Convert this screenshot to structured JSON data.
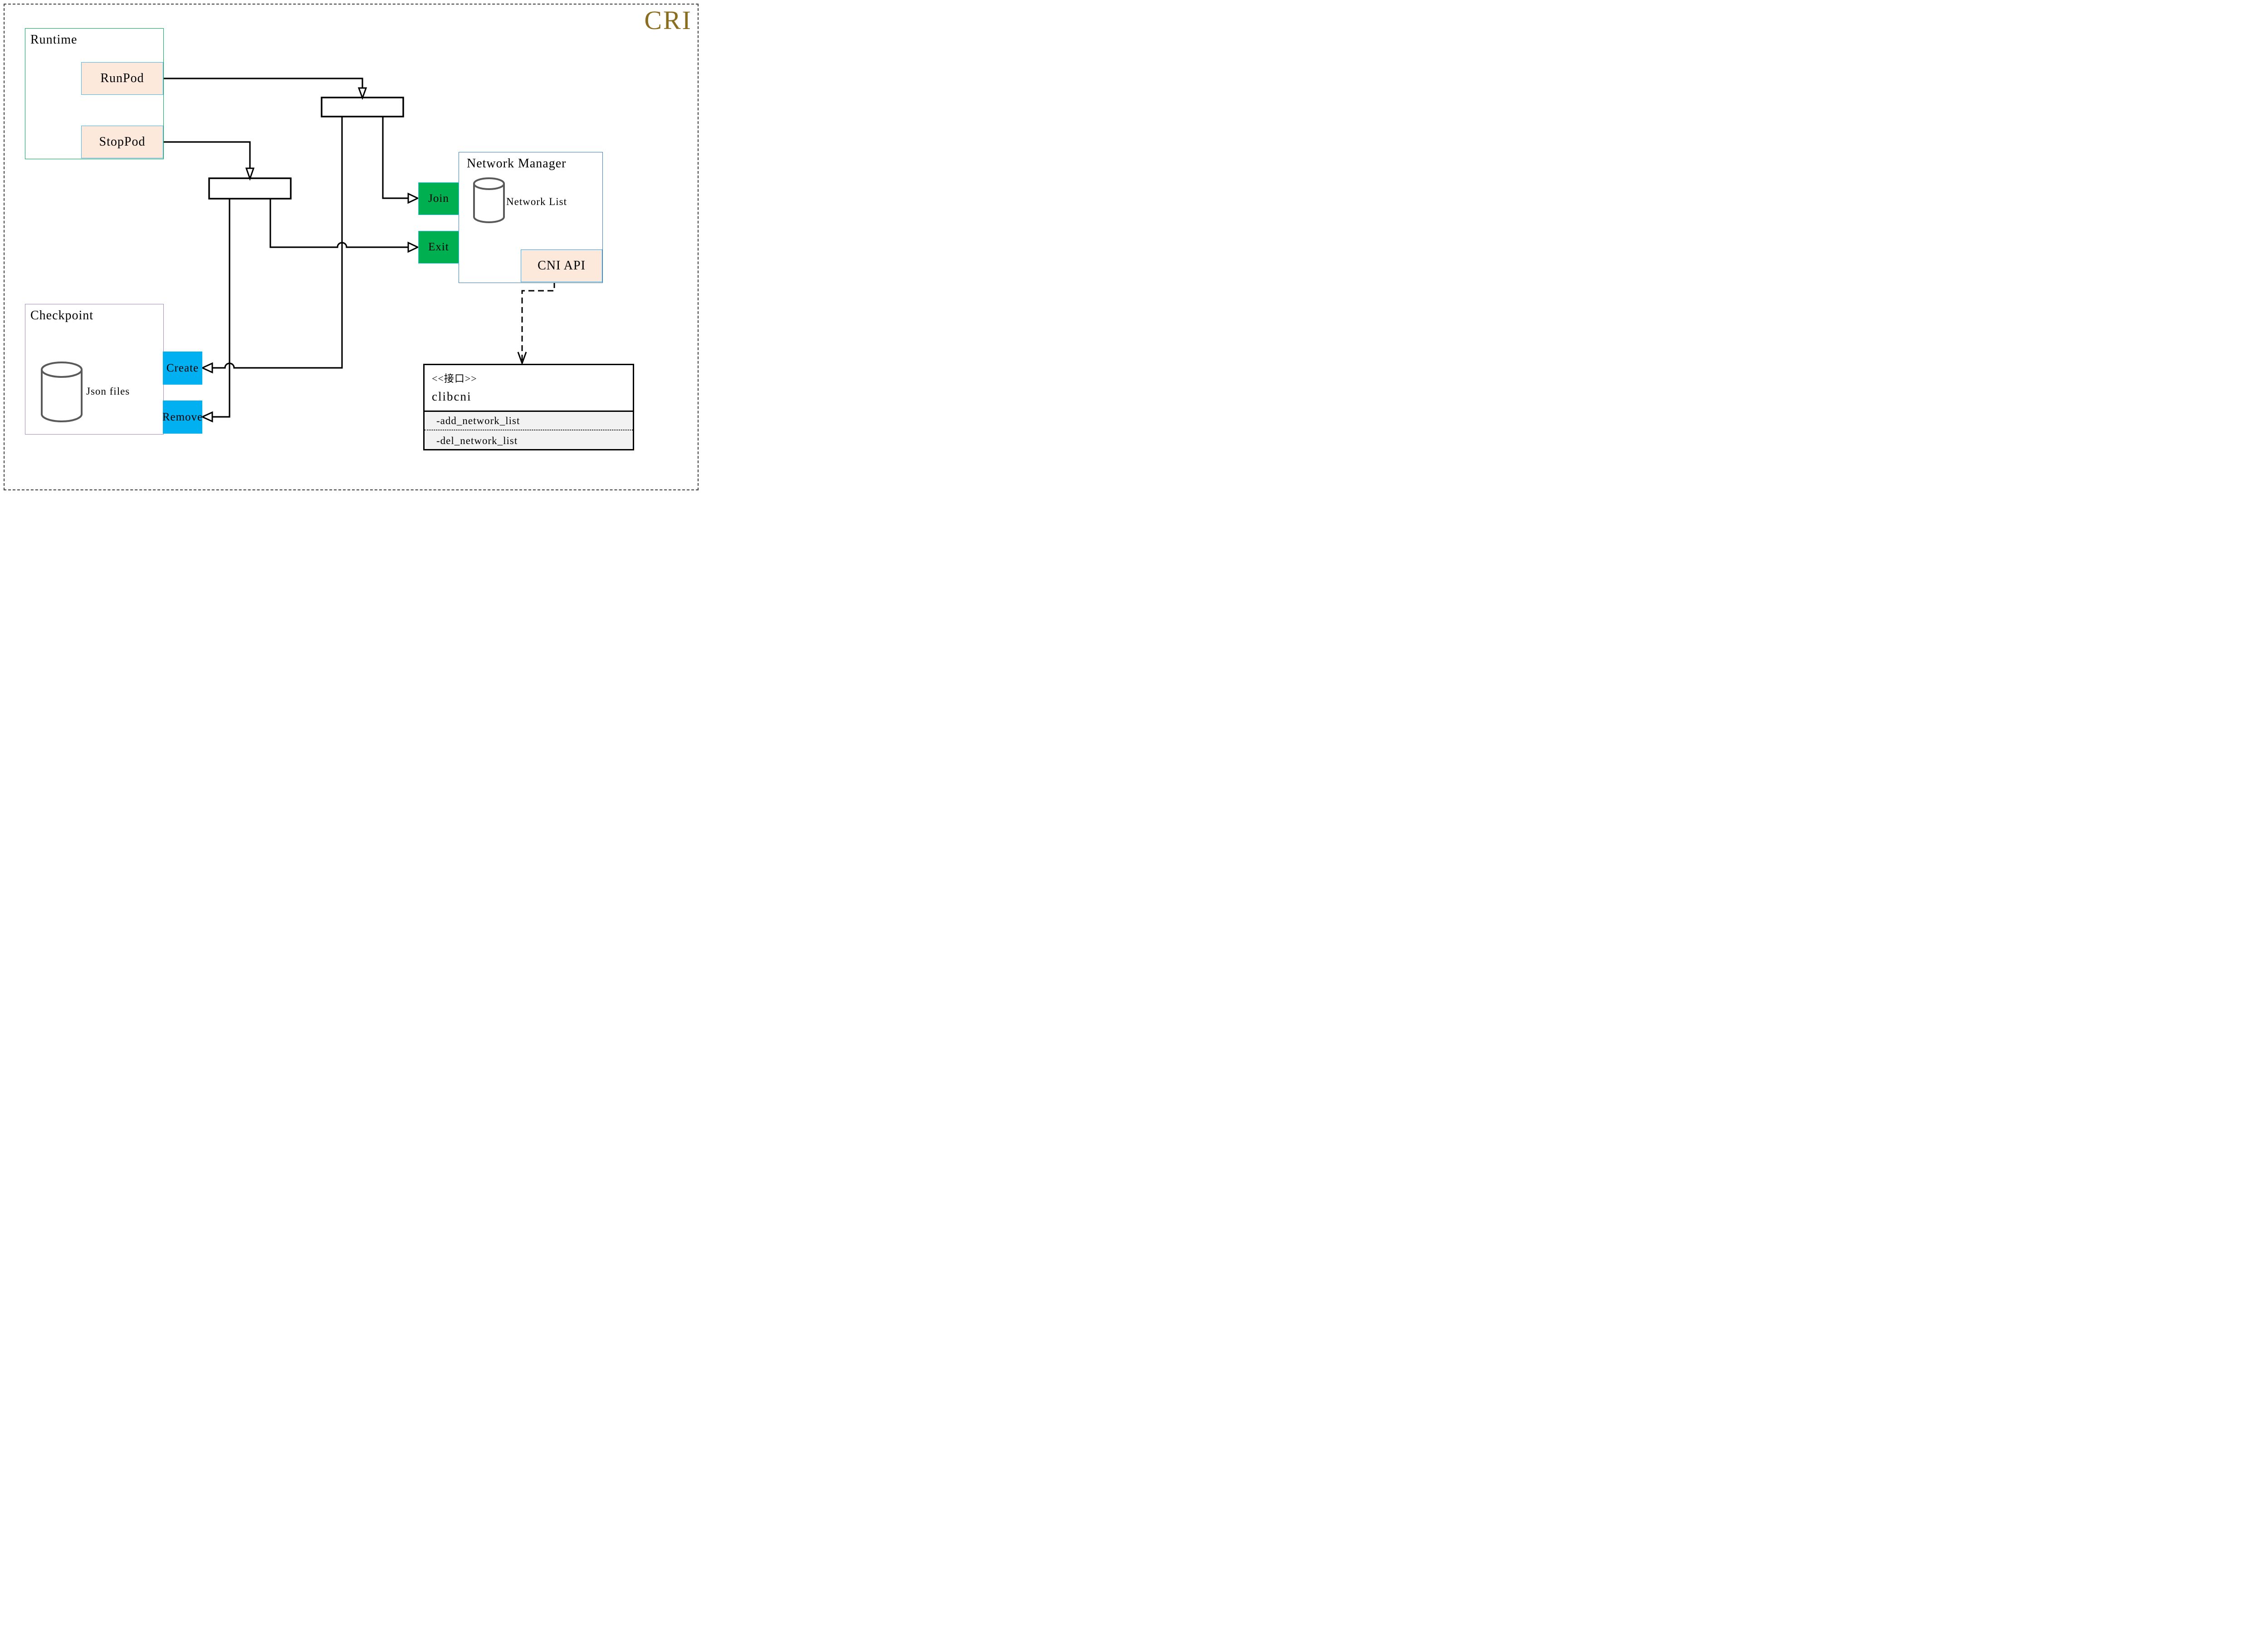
{
  "diagram_title": "CRI",
  "colors": {
    "title-gold": "#8A6D1E",
    "runtime-border": "#00B050",
    "peach-fill": "#FCE9DB",
    "peach-border": "#3FB6F0",
    "green-fill": "#00B050",
    "green-border": "#39C0F0",
    "cyan-fill": "#00B0F0",
    "nm-border": "#3A7DBF",
    "checkpoint-border": "#9E8AC0",
    "cni-border": "#2D9FE8",
    "line-color": "#000000",
    "attr-bg": "#F2F2F2",
    "cylinder-stroke": "#5A5A5A"
  },
  "runtime": {
    "title": "Runtime",
    "run_pod": "RunPod",
    "stop_pod": "StopPod"
  },
  "checkpoint": {
    "title": "Checkpoint",
    "datastore": "Json files",
    "create": "Create",
    "remove": "Remove"
  },
  "network_manager": {
    "title": "Network Manager",
    "datastore": "Network List",
    "join": "Join",
    "exit": "Exit",
    "cni_api": "CNI API"
  },
  "clibcni": {
    "stereotype": "<<接口>>",
    "name": "clibcni",
    "methods": [
      "-add_network_list",
      "-del_network_list"
    ]
  }
}
